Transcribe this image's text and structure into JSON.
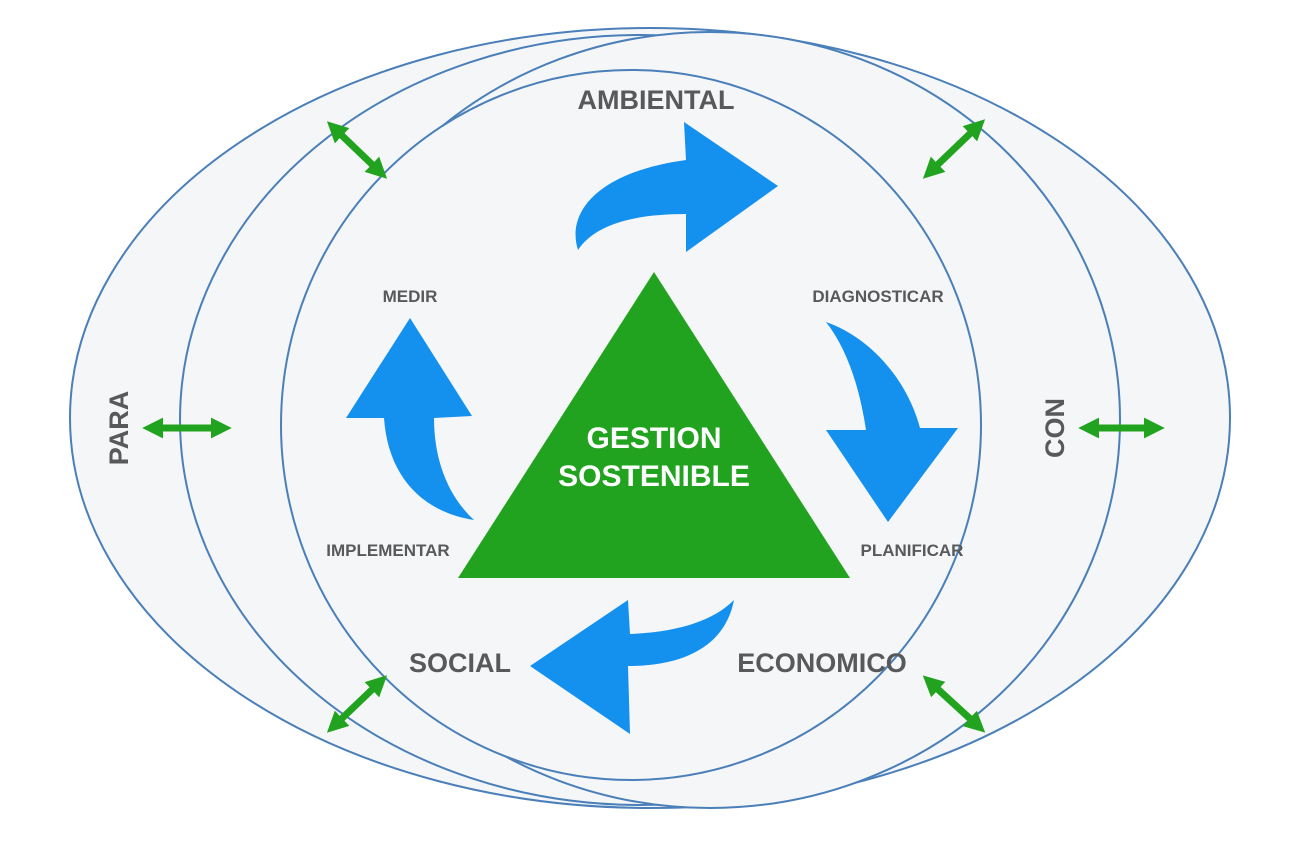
{
  "labels": {
    "ambiental": "AMBIENTAL",
    "social": "SOCIAL",
    "economico": "ECONOMICO",
    "para": "PARA",
    "con": "CON",
    "medir": "MEDIR",
    "diagnosticar": "DIAGNOSTICAR",
    "implementar": "IMPLEMENTAR",
    "planificar": "PLANIFICAR",
    "center_line1": "GESTION",
    "center_line2": "SOSTENIBLE"
  },
  "colors": {
    "ring_stroke": "#4a7fb9",
    "ring_fill": "#f5f6f7",
    "blue_arrow": "#1491ee",
    "green": "#22a31f",
    "text": "#58595b"
  },
  "icons": [
    "double-arrow-icon",
    "curved-arrow-icon",
    "triangle"
  ]
}
